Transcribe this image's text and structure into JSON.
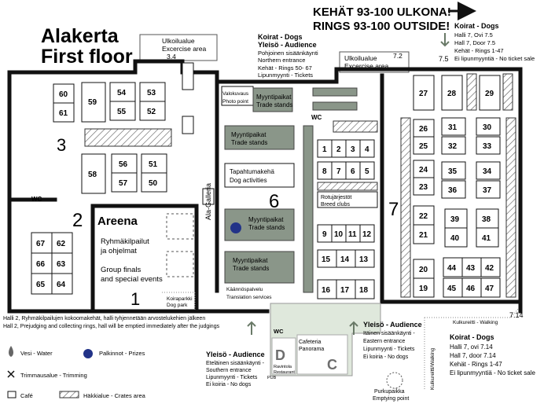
{
  "header": {
    "notice_fi": "KEHÄT 93-100 ULKONA!",
    "notice_en": "RINGS 93-100 OUTSIDE!",
    "floor_fi": "Alakerta",
    "floor_en": "First floor"
  },
  "exercise_areas": [
    {
      "line1": "Ulkoilualue",
      "line2": "Excercise area",
      "code": "3.4"
    },
    {
      "line1": "Ulkoilualue",
      "line2": "Excercise area",
      "code": "7.2"
    }
  ],
  "north_entrance": {
    "title1": "Koirat - Dogs",
    "title2": "Yleisö - Audience",
    "line1": "Pohjoinen sisäänkäynti",
    "line2": "Northern entrance",
    "line3": "Kehät - Rings 50- 67",
    "line4": "Lipunmyynti - Tickets"
  },
  "hall7_top": {
    "title": "Koirat - Dogs",
    "line1": "Halli 7, Ovi 7.5",
    "line2": "Hall 7, Door 7.5",
    "line3": "Kehät - Rings 1-47",
    "line4": "Ei lipunmyyntiä - No ticket sale",
    "door": "7.5"
  },
  "halls": {
    "h1": "1",
    "h2": "2",
    "h3": "3",
    "h6": "6",
    "h7": "7"
  },
  "areena": {
    "title": "Areena",
    "line1": "Ryhmäkilpailut",
    "line2": "ja ohjelmat",
    "line3": "Group finals",
    "line4": "and special events"
  },
  "hall6": {
    "photo1": "Valokuvaus",
    "photo2": "Photo point",
    "trade_fi": "Myyntipaikat",
    "trade_en": "Trade stands",
    "event_fi": "Tapahtumakehä",
    "event_en": "Dog activities",
    "clubs_fi": "Rotujärjestöt",
    "clubs_en": "Breed clubs",
    "translate_fi": "Käännöspalvelu",
    "translate_en": "Translation services",
    "gallery": "Ala-Galleria"
  },
  "dogpark": {
    "fi": "Koiraparkki",
    "en": "Dog park"
  },
  "wc": "WC",
  "rings": {
    "hall3": [
      "60",
      "61",
      "59",
      "54",
      "55",
      "53",
      "52",
      "58",
      "56",
      "57",
      "51",
      "50"
    ],
    "hall2": [
      "67",
      "62",
      "66",
      "63",
      "65",
      "64"
    ],
    "hall6": [
      "1",
      "2",
      "3",
      "4",
      "8",
      "7",
      "6",
      "5",
      "9",
      "10",
      "11",
      "12",
      "15",
      "14",
      "13",
      "16",
      "17",
      "18"
    ],
    "hall7": [
      "27",
      "28",
      "29",
      "26",
      "25",
      "31",
      "30",
      "32",
      "33",
      "24",
      "23",
      "35",
      "34",
      "36",
      "37",
      "22",
      "21",
      "39",
      "40",
      "38",
      "41",
      "20",
      "19",
      "44",
      "43",
      "42",
      "45",
      "46",
      "47"
    ]
  },
  "hall_note": {
    "line1": "Halli 2, Ryhmäkilpailujen kokoomakehät, halli tyhjennetään arvostelukehien jälkeen",
    "line2": "Hall 2, Prejudging and collecting rings, hall will be emptied immediately after the judgings"
  },
  "east_entrance": {
    "title": "Yleisö - Audience",
    "line1": "Itäinen sisäänkäynti -",
    "line2": "Eastern entrance",
    "line3": "Lipunmyynti - Tickets",
    "line4": "Ei koiria - No dogs"
  },
  "south_entrance": {
    "title": "Yleisö - Audience",
    "line1": "Eteläinen sisäänkäynti -",
    "line2": "Southern entrance",
    "line3": "Lipunmyynti - Tickets",
    "line4": "Ei koiria - No dogs"
  },
  "cafeteria": {
    "line1": "Cafeteria",
    "line2": "Panorama",
    "label": "C"
  },
  "restaurant": {
    "label": "D",
    "line1": "Ravintola",
    "line2": "Restaurant",
    "line3": "PUB"
  },
  "walking": {
    "horizontal": "Kulkureitti - Walking",
    "vertical": "Kulkureitti/Walking"
  },
  "hall7_bottom": {
    "door": "7.14",
    "title": "Koirat - Dogs",
    "line1": "Halli 7, ovi 7.14",
    "line2": "Hall 7, door 7.14",
    "line3": "Kehät - Rings 1-47",
    "line4": "Ei lipunmyyntiä - No ticket sale"
  },
  "legend": {
    "water": "Vesi - Water",
    "prizes": "Palkinnot - Prizes",
    "trimming": "Trimmausalue - Trimming",
    "cafe": "Café",
    "crates": "Häkkialue - Crates area"
  },
  "emptying": {
    "line1": "Purkupaikka",
    "line2": "Emptying point"
  },
  "colors": {
    "stand": "#8a9689",
    "wall": "#111111",
    "cafe_area": "#dfe8dc",
    "accent": "#223388"
  }
}
